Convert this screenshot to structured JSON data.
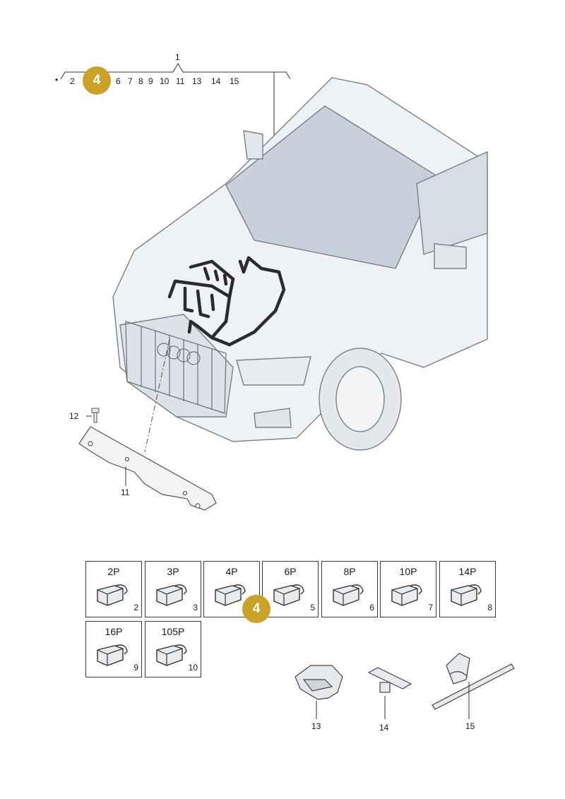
{
  "header": {
    "group_label": "1",
    "bullet": "•",
    "items": [
      "2",
      "6",
      "7",
      "8",
      "9",
      "10",
      "11",
      "13",
      "14",
      "15"
    ]
  },
  "highlight": {
    "number": "4",
    "color": "#c9a227"
  },
  "callouts": {
    "screw": "12",
    "bracket": "11"
  },
  "connectors": [
    {
      "pins": "2P",
      "number": "2"
    },
    {
      "pins": "3P",
      "number": "3"
    },
    {
      "pins": "4P",
      "number": "4"
    },
    {
      "pins": "6P",
      "number": "5"
    },
    {
      "pins": "8P",
      "number": "6"
    },
    {
      "pins": "10P",
      "number": "7"
    },
    {
      "pins": "14P",
      "number": "8"
    },
    {
      "pins": "16P",
      "number": "9"
    },
    {
      "pins": "105P",
      "number": "10"
    }
  ],
  "small_parts": [
    {
      "number": "13",
      "icon": "holder-icon"
    },
    {
      "number": "14",
      "icon": "clip-icon"
    },
    {
      "number": "15",
      "icon": "cable-tie-icon"
    }
  ],
  "colors": {
    "car_fill": "#eef1f5",
    "glass": "#c7d1dc",
    "harness": "#2b2b2b",
    "outline": "#7a8088"
  }
}
